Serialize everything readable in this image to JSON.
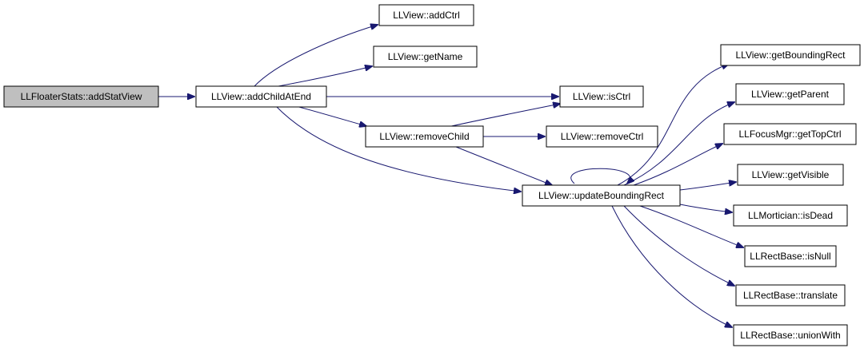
{
  "colors": {
    "edge": "#191970",
    "root_fill": "#bfbfbf",
    "node_fill": "#ffffff",
    "border": "#000000"
  },
  "nodes": {
    "addStatView": "LLFloaterStats::addStatView",
    "addChildAtEnd": "LLView::addChildAtEnd",
    "addCtrl": "LLView::addCtrl",
    "getName": "LLView::getName",
    "isCtrl": "LLView::isCtrl",
    "removeChild": "LLView::removeChild",
    "removeCtrl": "LLView::removeCtrl",
    "updateBoundingRect": "LLView::updateBoundingRect",
    "getBoundingRect": "LLView::getBoundingRect",
    "getParent": "LLView::getParent",
    "getTopCtrl": "LLFocusMgr::getTopCtrl",
    "getVisible": "LLView::getVisible",
    "isDead": "LLMortician::isDead",
    "isNull": "LLRectBase::isNull",
    "translate": "LLRectBase::translate",
    "unionWith": "LLRectBase::unionWith"
  },
  "edges": [
    [
      "addStatView",
      "addChildAtEnd"
    ],
    [
      "addChildAtEnd",
      "addCtrl"
    ],
    [
      "addChildAtEnd",
      "getName"
    ],
    [
      "addChildAtEnd",
      "isCtrl"
    ],
    [
      "addChildAtEnd",
      "removeChild"
    ],
    [
      "addChildAtEnd",
      "updateBoundingRect"
    ],
    [
      "removeChild",
      "isCtrl"
    ],
    [
      "removeChild",
      "removeCtrl"
    ],
    [
      "removeChild",
      "updateBoundingRect"
    ],
    [
      "updateBoundingRect",
      "updateBoundingRect"
    ],
    [
      "updateBoundingRect",
      "getBoundingRect"
    ],
    [
      "updateBoundingRect",
      "getParent"
    ],
    [
      "updateBoundingRect",
      "getTopCtrl"
    ],
    [
      "updateBoundingRect",
      "getVisible"
    ],
    [
      "updateBoundingRect",
      "isDead"
    ],
    [
      "updateBoundingRect",
      "isNull"
    ],
    [
      "updateBoundingRect",
      "translate"
    ],
    [
      "updateBoundingRect",
      "unionWith"
    ]
  ]
}
